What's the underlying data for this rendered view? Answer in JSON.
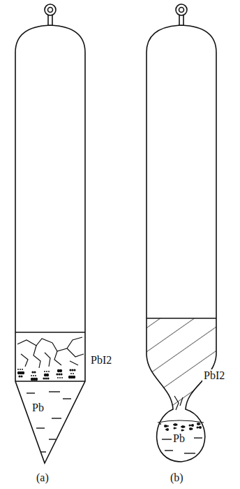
{
  "diagram": {
    "labels": [
      "PbI2",
      "Pb",
      "(a)",
      "PbI2",
      "Pb",
      "(b)"
    ]
  }
}
